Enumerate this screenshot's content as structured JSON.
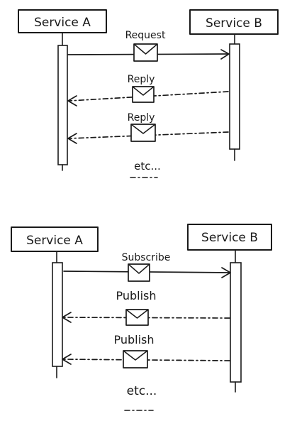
{
  "diagrams": [
    {
      "service_a": "Service A",
      "service_b": "Service B",
      "messages": [
        {
          "label": "Request",
          "direction": "a-to-b",
          "style": "solid"
        },
        {
          "label": "Reply",
          "direction": "b-to-a",
          "style": "dashed"
        },
        {
          "label": "Reply",
          "direction": "b-to-a",
          "style": "dashed"
        }
      ],
      "etc": "etc..."
    },
    {
      "service_a": "Service A",
      "service_b": "Service B",
      "messages": [
        {
          "label": "Subscribe",
          "direction": "a-to-b",
          "style": "solid"
        },
        {
          "label": "Publish",
          "direction": "b-to-a",
          "style": "dashed"
        },
        {
          "label": "Publish",
          "direction": "b-to-a",
          "style": "dashed"
        }
      ],
      "etc": "etc..."
    }
  ]
}
